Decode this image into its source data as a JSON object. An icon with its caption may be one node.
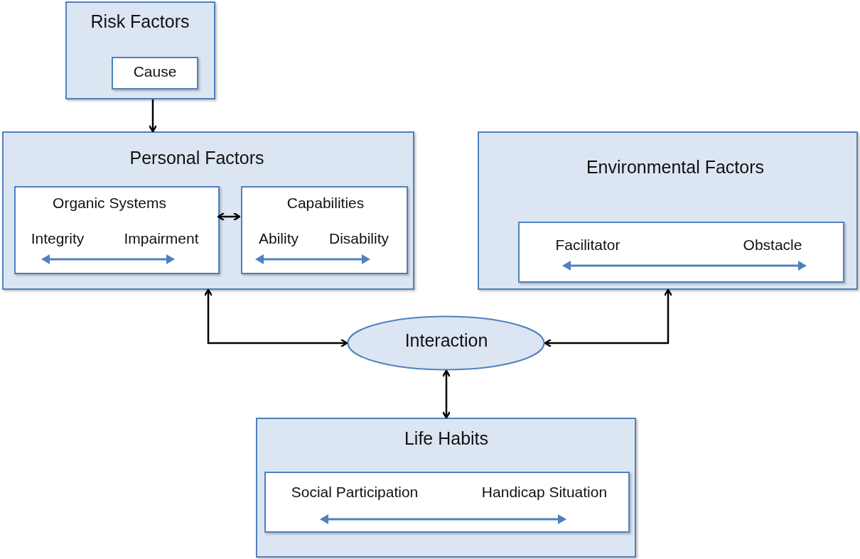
{
  "diagram": {
    "nodes": [
      {
        "text": [
          "Risk Factors"
        ]
      },
      {
        "text": [
          "Cause"
        ],
        "in": 0
      },
      {
        "text": [
          "Personal Factors"
        ]
      },
      {
        "text": [
          "Organic Systems",
          "Integrity",
          "Impairment"
        ],
        "in": 2
      },
      {
        "text": [
          "Capabilities",
          "Ability",
          "Disability"
        ],
        "in": 2
      },
      {
        "text": [
          "Environmental Factors"
        ]
      },
      {
        "text": [
          "Facilitator",
          "Obstacle"
        ],
        "in": 5
      },
      {
        "text": [
          "Interaction"
        ]
      },
      {
        "text": [
          "Life Habits"
        ]
      },
      {
        "text": [
          "Social Participation",
          "Handicap Situation"
        ],
        "in": 8
      }
    ],
    "edges": [
      {
        "from": 0,
        "to": 2,
        "arrow": "to"
      },
      {
        "from": 3,
        "to": 4,
        "arrow": "both"
      },
      {
        "from": 2,
        "to": 7,
        "arrow": "both"
      },
      {
        "from": 5,
        "to": 7,
        "arrow": "both"
      },
      {
        "from": 7,
        "to": 8,
        "arrow": "both"
      }
    ]
  }
}
